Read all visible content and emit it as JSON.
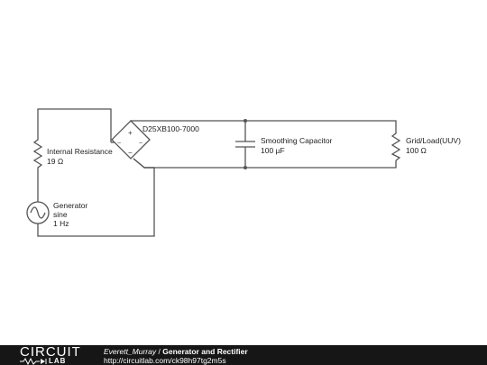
{
  "components": {
    "internal_resistance": {
      "name": "Internal Resistance",
      "value": "19 Ω"
    },
    "generator": {
      "name": "Generator",
      "waveform": "sine",
      "freq": "1 Hz"
    },
    "rectifier": {
      "name": "D25XB100-7000"
    },
    "capacitor": {
      "name": "Smoothing Capacitor",
      "value": "100 µF"
    },
    "load": {
      "name": "Grid/Load(UUV)",
      "value": "100 Ω"
    }
  },
  "footer": {
    "logo_top": "CIRCUIT",
    "logo_bottom": "LAB",
    "author": "Everett_Murray",
    "separator": "/",
    "title": "Generator and Rectifier",
    "url": "http://circuitlab.com/ck98h97tg2m5s"
  }
}
